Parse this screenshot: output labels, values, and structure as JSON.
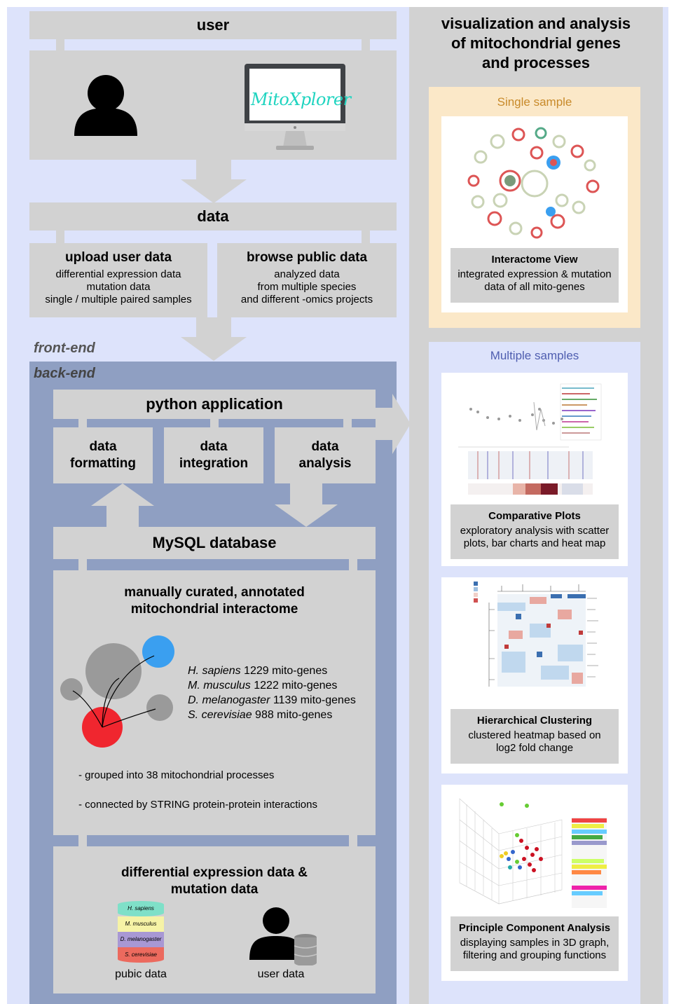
{
  "user": {
    "title": "user",
    "app_logo": "MitoXplorer"
  },
  "data": {
    "title": "data",
    "upload": {
      "title": "upload user data",
      "lines": [
        "differential expression data",
        "mutation data",
        "single / multiple paired samples"
      ]
    },
    "browse": {
      "title": "browse public data",
      "lines": [
        "analyzed data",
        "from multiple species",
        "and different -omics projects"
      ]
    }
  },
  "labels": {
    "frontend": "front-end",
    "backend": "back-end"
  },
  "python": {
    "title": "python application",
    "modules": [
      {
        "line1": "data",
        "line2": "formatting"
      },
      {
        "line1": "data",
        "line2": "integration"
      },
      {
        "line1": "data",
        "line2": "analysis"
      }
    ]
  },
  "mysql": {
    "title": "MySQL database"
  },
  "interactome": {
    "title_line1": "manually curated, annotated",
    "title_line2": "mitochondrial interactome",
    "species": [
      {
        "name": "H. sapiens",
        "count": " 1229 mito-genes"
      },
      {
        "name": "M. musculus",
        "count": " 1222 mito-genes"
      },
      {
        "name": "D. melanogaster",
        "count": " 1139 mito-genes"
      },
      {
        "name": "S. cerevisiae",
        "count": " 988 mito-genes"
      }
    ],
    "bullets": [
      "- grouped into 38 mitochondrial processes",
      "- connected by STRING protein-protein interactions"
    ]
  },
  "diffexp": {
    "title_line1": "differential expression data &",
    "title_line2": "mutation data",
    "db_layers": [
      "H. sapiens",
      "M. musculus",
      "D. melanogaster",
      "S. cerevisiae"
    ],
    "public_label": "pubic data",
    "user_label": "user data"
  },
  "right": {
    "title_line1": "visualization and analysis",
    "title_line2": "of mitochondrial genes",
    "title_line3": "and processes",
    "single": {
      "header": "Single sample",
      "card": {
        "title": "Interactome View",
        "line1": "integrated expression & mutation",
        "line2": "data of all mito-genes"
      }
    },
    "multiple": {
      "header": "Multiple samples",
      "cards": [
        {
          "title": "Comparative Plots",
          "line1": "exploratory analysis with scatter",
          "line2": "plots, bar charts and heat map"
        },
        {
          "title": "Hierarchical Clustering",
          "line1": "clustered heatmap based on",
          "line2": "log2 fold change"
        },
        {
          "title": "Principle Component Analysis",
          "line1": "displaying samples in 3D graph,",
          "line2": "filtering and grouping functions"
        }
      ]
    }
  },
  "colors": {
    "light_blue_bg": "#dde3fb",
    "gray_box": "#d2d2d2",
    "backend_blue": "#8f9fc2",
    "single_bg": "#fbe8c8",
    "single_header": "#c88a2a",
    "multiple_header": "#4f5eb0",
    "node_blue": "#3a9ff0",
    "node_red": "#f0262f",
    "node_gray": "#9a9a9a"
  }
}
